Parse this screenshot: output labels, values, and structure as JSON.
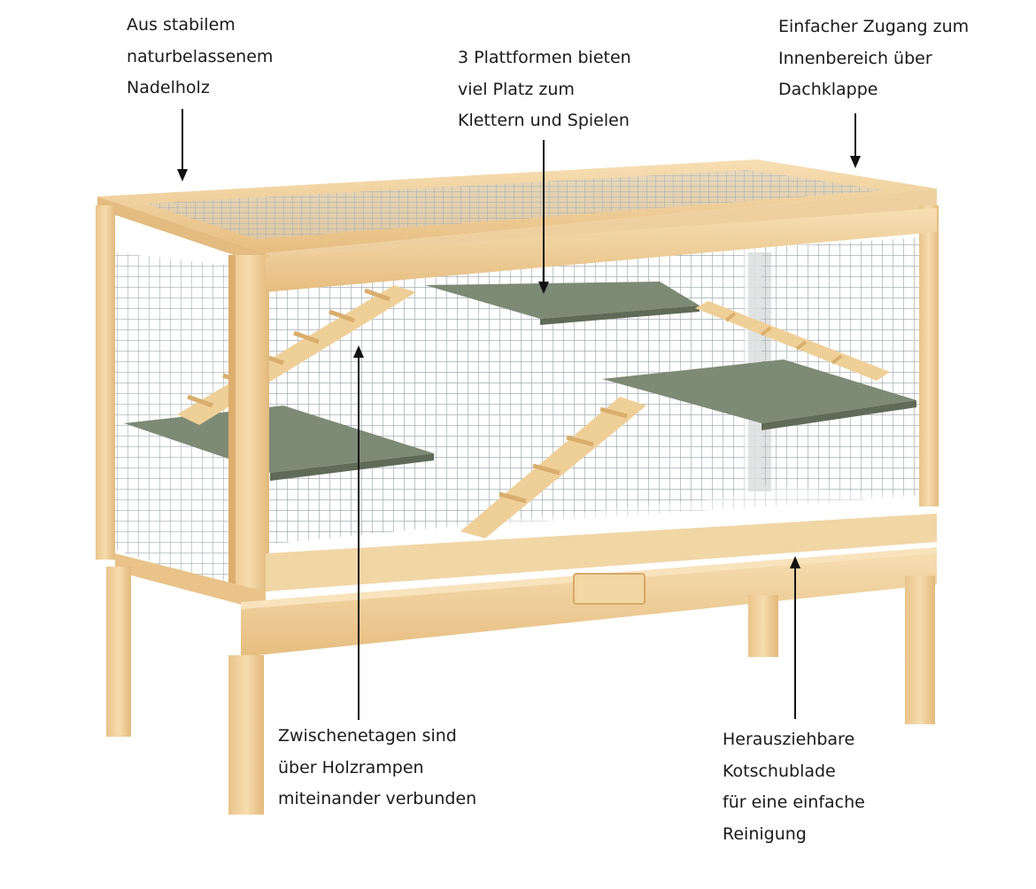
{
  "callouts": {
    "material": {
      "lines": [
        "Aus stabilem",
        "naturbelassenem",
        "Nadelholz"
      ]
    },
    "platforms": {
      "lines": [
        "3 Plattformen bieten",
        "viel Platz zum",
        "Klettern und Spielen"
      ]
    },
    "access": {
      "lines": [
        "Einfacher Zugang zum",
        "Innenbereich über",
        "Dachklappe"
      ]
    },
    "ramps": {
      "lines": [
        "Zwischenetagen sind",
        "über Holzrampen",
        "miteinander verbunden"
      ]
    },
    "drawer": {
      "lines": [
        "Herausziehbare",
        "Kotschublade",
        "für eine einfache",
        "Reinigung"
      ]
    }
  },
  "colors": {
    "wood_light": "#f4d7a4",
    "wood_mid": "#e8c085",
    "wood_dark": "#c99a5c",
    "mesh": "#9aa3a8",
    "platform": "#7d8a75",
    "arrow": "#111111"
  }
}
